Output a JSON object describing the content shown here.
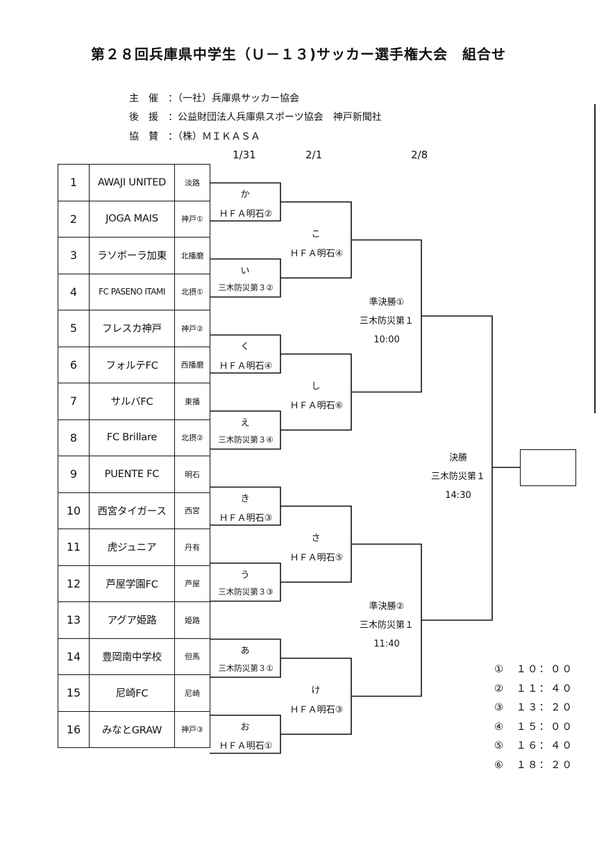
{
  "title": "第２８回兵庫県中学生（Ｕ－１３)サッカー選手権大会　組合せ",
  "organizers": [
    "主　催　：（一社）兵庫県サッカー協会",
    "後　援　：公益財団法人兵庫県スポーツ協会　神戸新聞社",
    "協　賛　：（株）ＭＩＫＡＳＡ"
  ],
  "dates": [
    "1/31",
    "2/1",
    "2/8"
  ],
  "teams": [
    {
      "no": "1",
      "name": "AWAJI UNITED",
      "region": "淡路"
    },
    {
      "no": "2",
      "name": "JOGA MAIS",
      "region": "神戸①"
    },
    {
      "no": "3",
      "name": "ラソボーラ加東",
      "region": "北播磨"
    },
    {
      "no": "4",
      "name": "FC PASENO ITAMI",
      "region": "北摂①"
    },
    {
      "no": "5",
      "name": "フレスカ神戸",
      "region": "神戸②"
    },
    {
      "no": "6",
      "name": "フォルテFC",
      "region": "西播磨"
    },
    {
      "no": "7",
      "name": "サルバFC",
      "region": "東播"
    },
    {
      "no": "8",
      "name": "FC Brillare",
      "region": "北摂②"
    },
    {
      "no": "9",
      "name": "PUENTE FC",
      "region": "明石"
    },
    {
      "no": "10",
      "name": "西宮タイガース",
      "region": "西宮"
    },
    {
      "no": "11",
      "name": "虎ジュニア",
      "region": "丹有"
    },
    {
      "no": "12",
      "name": "芦屋学園FC",
      "region": "芦屋"
    },
    {
      "no": "13",
      "name": "アグア姫路",
      "region": "姫路"
    },
    {
      "no": "14",
      "name": "豊岡南中学校",
      "region": "但馬"
    },
    {
      "no": "15",
      "name": "尼崎FC",
      "region": "尼崎"
    },
    {
      "no": "16",
      "name": "みなとGRAW",
      "region": "神戸③"
    }
  ],
  "round1": [
    {
      "id": "か",
      "venue": "ＨＦＡ明石②"
    },
    {
      "id": "い",
      "venue": "三木防災第３②"
    },
    {
      "id": "く",
      "venue": "ＨＦＡ明石④"
    },
    {
      "id": "え",
      "venue": "三木防災第３④"
    },
    {
      "id": "き",
      "venue": "ＨＦＡ明石③"
    },
    {
      "id": "う",
      "venue": "三木防災第３③"
    },
    {
      "id": "あ",
      "venue": "三木防災第３①"
    },
    {
      "id": "お",
      "venue": "ＨＦＡ明石①"
    }
  ],
  "round2": [
    {
      "id": "こ",
      "venue": "ＨＦＡ明石④"
    },
    {
      "id": "し",
      "venue": "ＨＦＡ明石⑥"
    },
    {
      "id": "さ",
      "venue": "ＨＦＡ明石⑤"
    },
    {
      "id": "け",
      "venue": "ＨＦＡ明石③"
    }
  ],
  "semifinals": [
    {
      "name": "準決勝①",
      "venue": "三木防災第１",
      "time": "10:00"
    },
    {
      "name": "準決勝②",
      "venue": "三木防災第１",
      "time": "11:40"
    }
  ],
  "final": {
    "name": "決勝",
    "venue": "三木防災第１",
    "time": "14:30"
  },
  "time_slots": [
    "①　１０：００",
    "②　１１：４０",
    "③　１３：２０",
    "④　１５：００",
    "⑤　１６：４０",
    "⑥　１８：２０"
  ]
}
